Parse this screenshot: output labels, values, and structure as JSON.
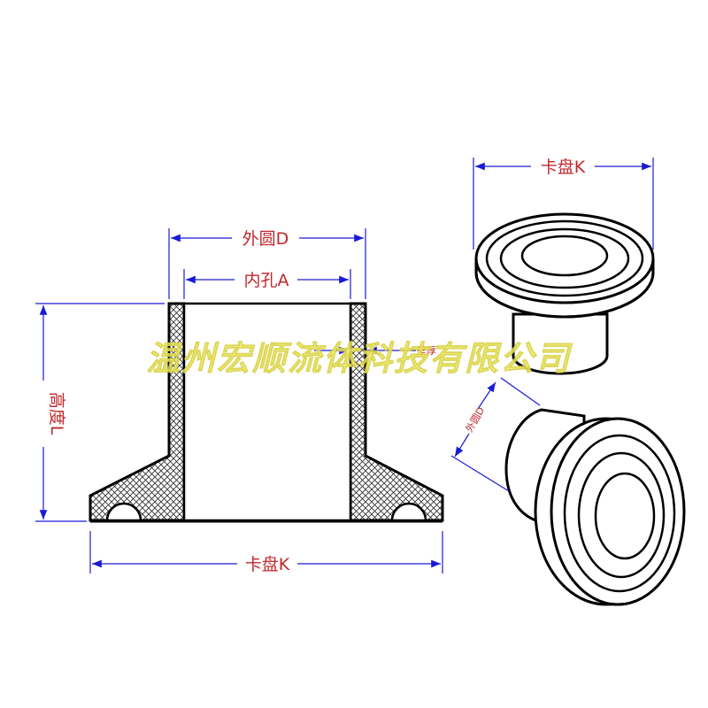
{
  "labels": {
    "outer_diameter": "外圆D",
    "inner_hole": "内孔A",
    "wall_thickness": "壁厚",
    "height": "高度L",
    "clamp_disc_bottom": "卡盘K",
    "clamp_disc_top": "卡盘K",
    "outer_diameter_iso": "外圆D"
  },
  "watermark": "温州宏顺流体科技有限公司",
  "colors": {
    "outline": "#000000",
    "dimension": "#1a1ad6",
    "label": "#c0282d",
    "watermark": "#f2ee6a"
  }
}
